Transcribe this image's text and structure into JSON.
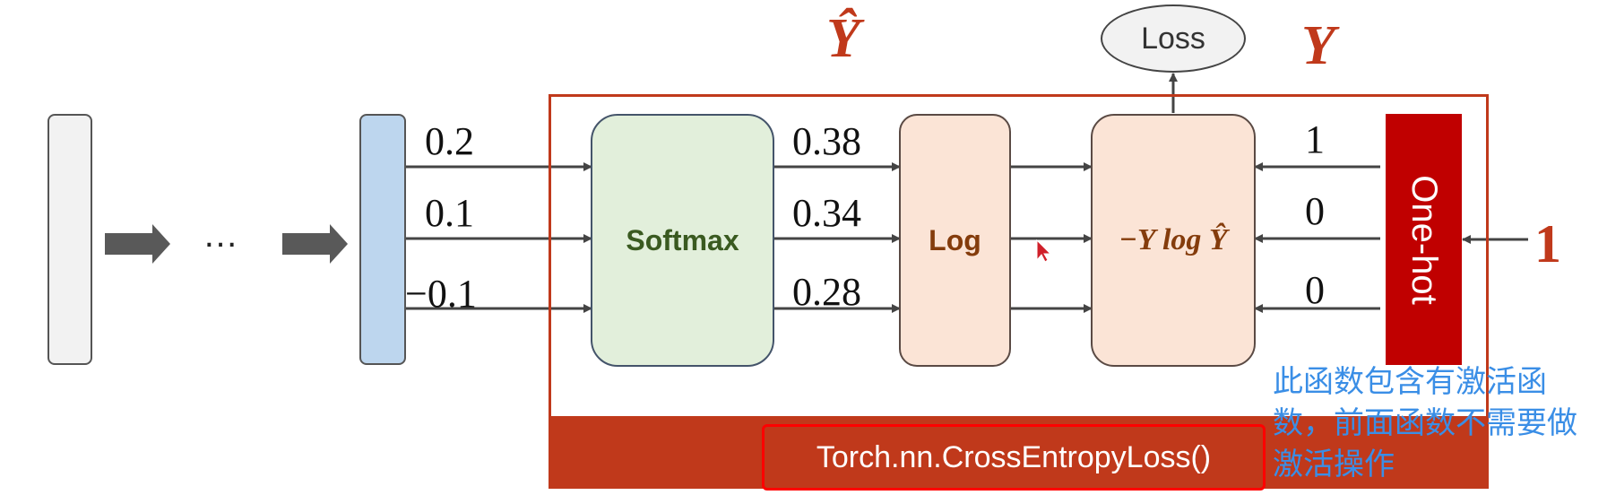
{
  "inputs": [
    "0.2",
    "0.1",
    "−0.1"
  ],
  "ellipsis": "…",
  "softmax_label": "Softmax",
  "probabilities": [
    "0.38",
    "0.34",
    "0.28"
  ],
  "log_label": "Log",
  "formula": {
    "prefix": "−",
    "y": "Y",
    "log": "log",
    "y_hat": "Ŷ"
  },
  "loss_label": "Loss",
  "y_hat_label": "Ŷ",
  "y_label": "Y",
  "onehot_values": [
    "1",
    "0",
    "0"
  ],
  "onehot_label": "One-hot",
  "true_label": "1",
  "api_label": "Torch.nn.CrossEntropyLoss()",
  "annotation_lines": [
    "此函数包含有激活函",
    "数，前面函数不需要做",
    "激活操作"
  ],
  "colors": {
    "frame": "#c0391b",
    "softmax_fill": "#e2efdb",
    "log_fill": "#fbe4d6",
    "hidden_fill": "#bdd6ee",
    "input_fill": "#f2f2f2",
    "onehot_fill": "#c00000",
    "annotation": "#3a8ee6",
    "highlight": "#ff0000"
  }
}
